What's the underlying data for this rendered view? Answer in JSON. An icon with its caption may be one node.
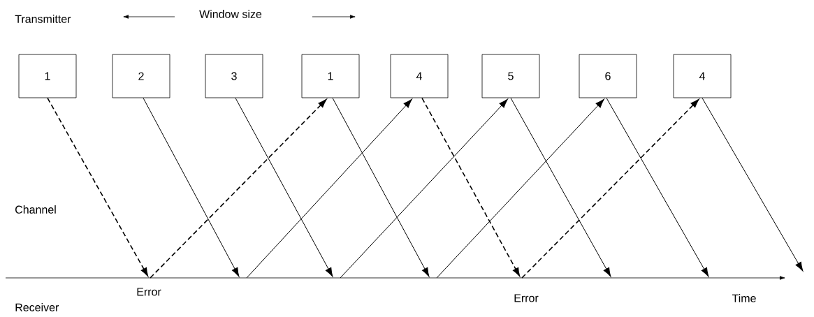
{
  "diagram": {
    "nodes": [
      {
        "text": [
          "1"
        ]
      },
      {
        "text": [
          "2"
        ]
      },
      {
        "text": [
          "3"
        ]
      },
      {
        "text": [
          "1"
        ]
      },
      {
        "text": [
          "4"
        ]
      },
      {
        "text": [
          "5"
        ]
      },
      {
        "text": [
          "6"
        ]
      },
      {
        "text": [
          "4"
        ]
      }
    ],
    "edges": [
      {
        "from": 0,
        "to": null,
        "arrow": "to",
        "style": "dashed"
      },
      {
        "from": null,
        "to": 3,
        "arrow": "to",
        "style": "dashed"
      },
      {
        "from": 1,
        "to": null,
        "arrow": "to"
      },
      {
        "from": null,
        "to": 4,
        "arrow": "to"
      },
      {
        "from": 2,
        "to": null,
        "arrow": "to"
      },
      {
        "from": null,
        "to": 5,
        "arrow": "to"
      },
      {
        "from": 3,
        "to": null,
        "arrow": "to"
      },
      {
        "from": null,
        "to": 6,
        "arrow": "to"
      },
      {
        "from": 4,
        "to": null,
        "arrow": "to",
        "style": "dashed"
      },
      {
        "from": null,
        "to": 7,
        "arrow": "to",
        "style": "dashed"
      },
      {
        "from": 5,
        "to": null,
        "arrow": "to"
      },
      {
        "from": 6,
        "to": null,
        "arrow": "to"
      },
      {
        "from": 7,
        "to": null,
        "arrow": "to"
      }
    ],
    "labels": [
      "Transmitter",
      "Window size",
      "Channel",
      "Error",
      "Receiver",
      "Error",
      "Time"
    ]
  }
}
